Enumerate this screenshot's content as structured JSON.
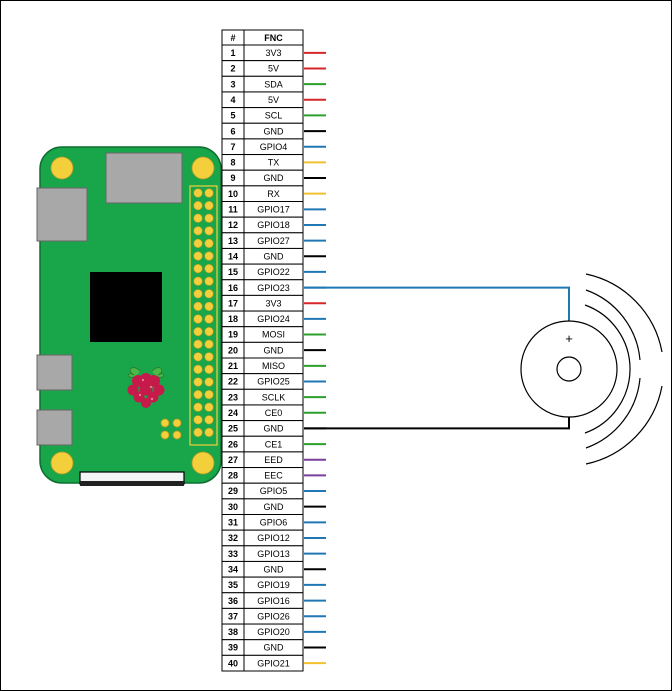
{
  "header": {
    "num": "#",
    "fnc": "FNC"
  },
  "pins": [
    {
      "num": "1",
      "fnc": "3V3",
      "color": "#d62728"
    },
    {
      "num": "2",
      "fnc": "5V",
      "color": "#d62728"
    },
    {
      "num": "3",
      "fnc": "SDA",
      "color": "#2ca02c"
    },
    {
      "num": "4",
      "fnc": "5V",
      "color": "#d62728"
    },
    {
      "num": "5",
      "fnc": "SCL",
      "color": "#2ca02c"
    },
    {
      "num": "6",
      "fnc": "GND",
      "color": "#000000"
    },
    {
      "num": "7",
      "fnc": "GPIO4",
      "color": "#1f77b4"
    },
    {
      "num": "8",
      "fnc": "TX",
      "color": "#f2c12e"
    },
    {
      "num": "9",
      "fnc": "GND",
      "color": "#000000"
    },
    {
      "num": "10",
      "fnc": "RX",
      "color": "#f2c12e"
    },
    {
      "num": "11",
      "fnc": "GPIO17",
      "color": "#1f77b4"
    },
    {
      "num": "12",
      "fnc": "GPIO18",
      "color": "#1f77b4"
    },
    {
      "num": "13",
      "fnc": "GPIO27",
      "color": "#1f77b4"
    },
    {
      "num": "14",
      "fnc": "GND",
      "color": "#000000"
    },
    {
      "num": "15",
      "fnc": "GPIO22",
      "color": "#1f77b4"
    },
    {
      "num": "16",
      "fnc": "GPIO23",
      "color": "#1f77b4"
    },
    {
      "num": "17",
      "fnc": "3V3",
      "color": "#d62728"
    },
    {
      "num": "18",
      "fnc": "GPIO24",
      "color": "#1f77b4"
    },
    {
      "num": "19",
      "fnc": "MOSI",
      "color": "#2ca02c"
    },
    {
      "num": "20",
      "fnc": "GND",
      "color": "#000000"
    },
    {
      "num": "21",
      "fnc": "MISO",
      "color": "#2ca02c"
    },
    {
      "num": "22",
      "fnc": "GPIO25",
      "color": "#1f77b4"
    },
    {
      "num": "23",
      "fnc": "SCLK",
      "color": "#2ca02c"
    },
    {
      "num": "24",
      "fnc": "CE0",
      "color": "#2ca02c"
    },
    {
      "num": "25",
      "fnc": "GND",
      "color": "#000000"
    },
    {
      "num": "26",
      "fnc": "CE1",
      "color": "#2ca02c"
    },
    {
      "num": "27",
      "fnc": "EED",
      "color": "#7b3f9e"
    },
    {
      "num": "28",
      "fnc": "EEC",
      "color": "#7b3f9e"
    },
    {
      "num": "29",
      "fnc": "GPIO5",
      "color": "#1f77b4"
    },
    {
      "num": "30",
      "fnc": "GND",
      "color": "#000000"
    },
    {
      "num": "31",
      "fnc": "GPIO6",
      "color": "#1f77b4"
    },
    {
      "num": "32",
      "fnc": "GPIO12",
      "color": "#1f77b4"
    },
    {
      "num": "33",
      "fnc": "GPIO13",
      "color": "#1f77b4"
    },
    {
      "num": "34",
      "fnc": "GND",
      "color": "#000000"
    },
    {
      "num": "35",
      "fnc": "GPIO19",
      "color": "#1f77b4"
    },
    {
      "num": "36",
      "fnc": "GPIO16",
      "color": "#1f77b4"
    },
    {
      "num": "37",
      "fnc": "GPIO26",
      "color": "#1f77b4"
    },
    {
      "num": "38",
      "fnc": "GPIO20",
      "color": "#1f77b4"
    },
    {
      "num": "39",
      "fnc": "GND",
      "color": "#000000"
    },
    {
      "num": "40",
      "fnc": "GPIO21",
      "color": "#f2c12e"
    }
  ],
  "buzzer": {
    "plus_label": "+"
  },
  "wires": [
    {
      "from_pin": "16",
      "color": "#1f77b4",
      "terminal": "+"
    },
    {
      "from_pin": "25",
      "color": "#000000",
      "terminal": "-"
    }
  ],
  "colors": {
    "board": "#19a64b",
    "board_edge": "#0d6e30",
    "hole": "#f3cf3c",
    "chip": "#000000",
    "connector": "#a8a8a8"
  }
}
